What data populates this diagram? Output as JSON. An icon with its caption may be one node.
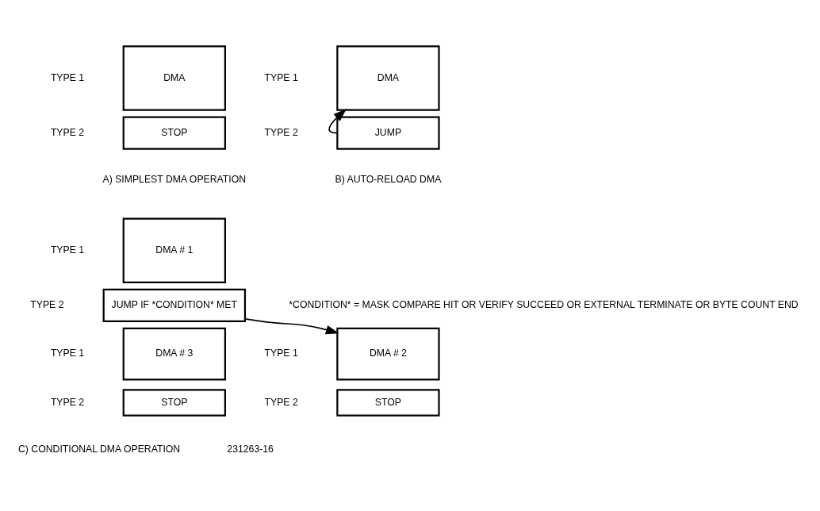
{
  "diagram": {
    "nodes": [
      {
        "text": [
          "DMA"
        ],
        "beside": [
          "TYPE 1"
        ]
      },
      {
        "text": [
          "STOP"
        ],
        "beside": [
          "TYPE 2"
        ]
      },
      {
        "text": [
          "DMA"
        ],
        "beside": [
          "TYPE 1"
        ]
      },
      {
        "text": [
          "JUMP"
        ],
        "beside": [
          "TYPE 2"
        ]
      },
      {
        "text": [
          "DMA # 1"
        ],
        "beside": [
          "TYPE 1"
        ]
      },
      {
        "text": [
          "JUMP IF *CONDITION* MET"
        ],
        "beside": [
          "TYPE 2"
        ]
      },
      {
        "text": [
          "DMA # 3"
        ],
        "beside": [
          "TYPE 1"
        ]
      },
      {
        "text": [
          "STOP"
        ],
        "beside": [
          "TYPE 2"
        ]
      },
      {
        "text": [
          "DMA # 2"
        ],
        "beside": [
          "TYPE 1"
        ]
      },
      {
        "text": [
          "STOP"
        ],
        "beside": [
          "TYPE 2"
        ]
      }
    ],
    "edges": [
      {
        "from": 3,
        "to": 2,
        "arrow": "to"
      },
      {
        "from": 5,
        "to": 8,
        "arrow": "to"
      }
    ],
    "labels": [
      "A) SIMPLEST DMA OPERATION",
      "B) AUTO-RELOAD DMA",
      "*CONDITION* = MASK COMPARE HIT OR VERIFY SUCCEED OR EXTERNAL TERMINATE OR BYTE COUNT END",
      "C) CONDITIONAL DMA OPERATION",
      "231263-16"
    ]
  }
}
